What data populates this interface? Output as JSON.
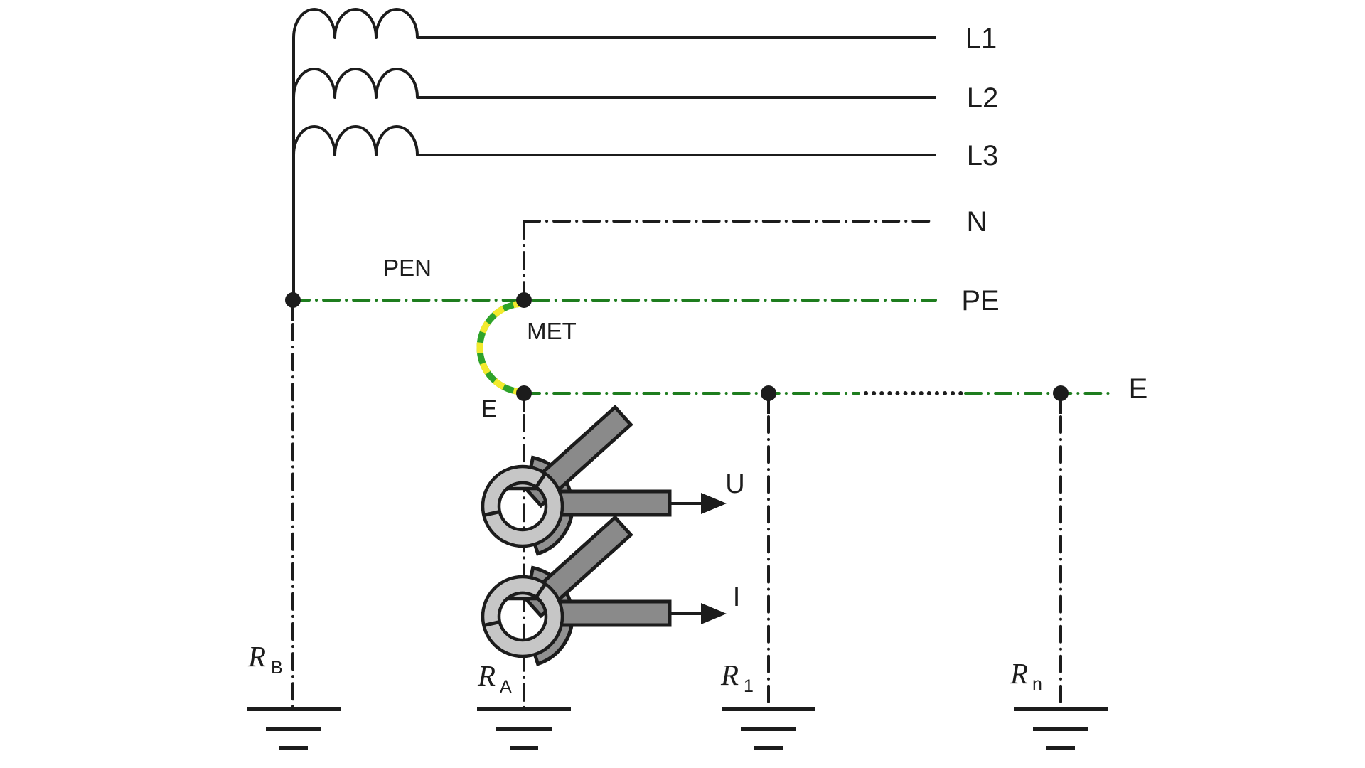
{
  "colors": {
    "line_black": "#1c1c1c",
    "pe_green": "#1e7d1e",
    "earth_green": "#2fa32a",
    "earth_yellow": "#f2ea2d",
    "clamp_body_light": "#c6c6c6",
    "clamp_handle_gray": "#8a8a8a",
    "clamp_jaw_gray": "#919191"
  },
  "labels": {
    "l1": "L1",
    "l2": "L2",
    "l3": "L3",
    "n": "N",
    "pe": "PE",
    "pen": "PEN",
    "met": "MET",
    "e_met": "E",
    "e_right": "E",
    "u": "U",
    "i": "I",
    "rb": {
      "base": "R",
      "sub": "B"
    },
    "ra": {
      "base": "R",
      "sub": "A"
    },
    "r1": {
      "base": "R",
      "sub": "1"
    },
    "rn": {
      "base": "R",
      "sub": "n"
    }
  }
}
